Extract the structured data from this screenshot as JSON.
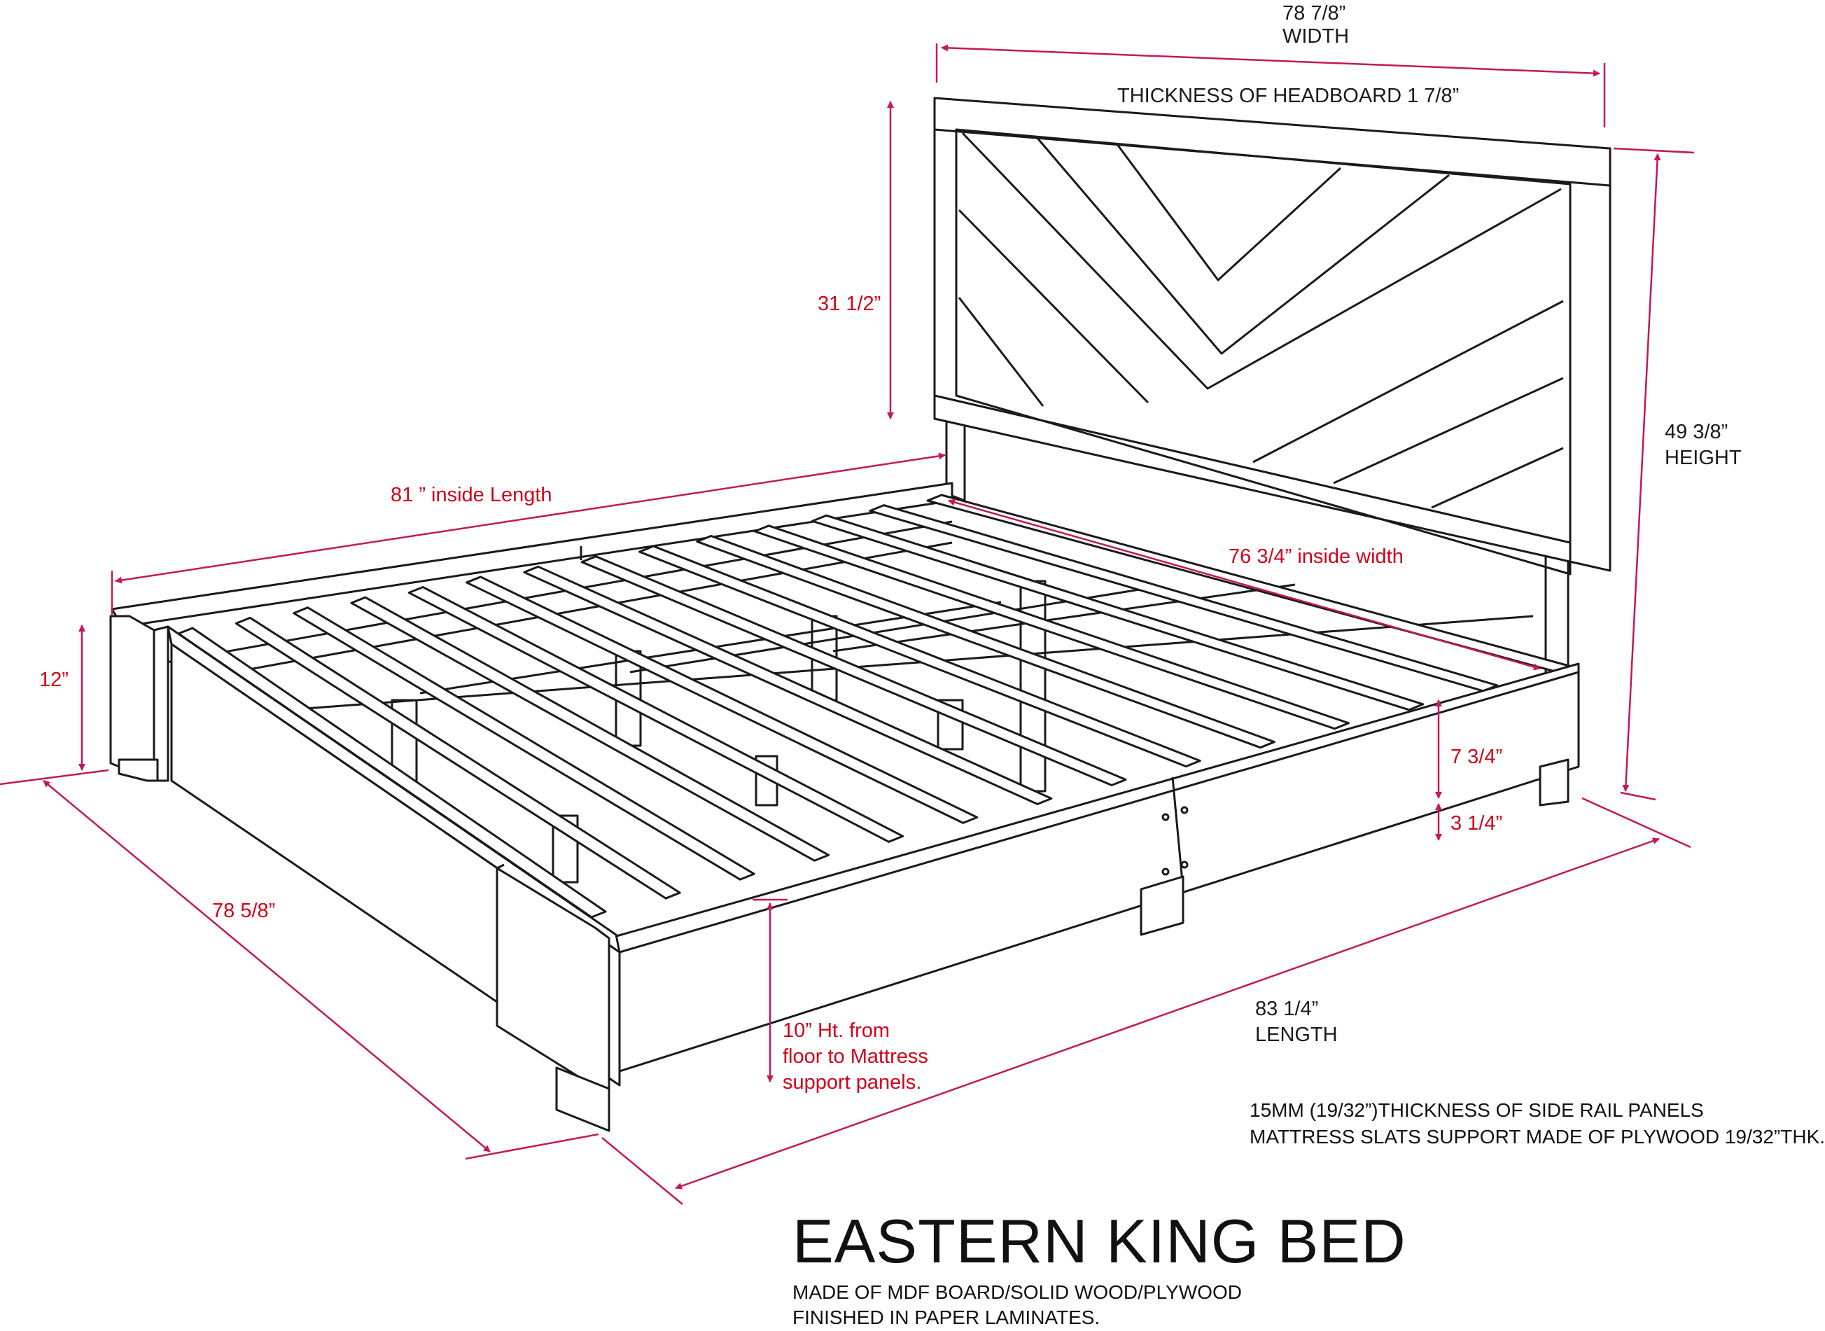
{
  "diagram": {
    "title": "EASTERN KING BED",
    "materials": [
      "MADE OF MDF BOARD/SOLID WOOD/PLYWOOD",
      "FINISHED IN PAPER LAMINATES."
    ],
    "notes": [
      "15MM (19/32”)THICKNESS OF SIDE RAIL PANELS",
      "MATTRESS SLATS SUPPORT MADE OF PLYWOOD 19/32”THK."
    ],
    "dimensions": {
      "width_value": "78 7/8”",
      "width_label": "WIDTH",
      "headboard_thickness": "THICKNESS OF HEADBOARD 1 7/8”",
      "headboard_panel_height": "31 1/2”",
      "height_value": "49 3/8”",
      "height_label": "HEIGHT",
      "inside_length": "81 ” inside Length",
      "inside_width": "76 3/4” inside width",
      "footboard_height": "12”",
      "side_rail_height": "7 3/4”",
      "leg_clearance": "3 1/4”",
      "overall_width": "78 5/8”",
      "length_value": "83 1/4”",
      "length_label": "LENGTH",
      "floor_height": [
        "10” Ht. from",
        "floor to Mattress",
        "support panels."
      ]
    },
    "colors": {
      "dimension_line": "#c2185b",
      "dimension_text": "#d0021b",
      "line_art": "#1a1a1a"
    }
  }
}
